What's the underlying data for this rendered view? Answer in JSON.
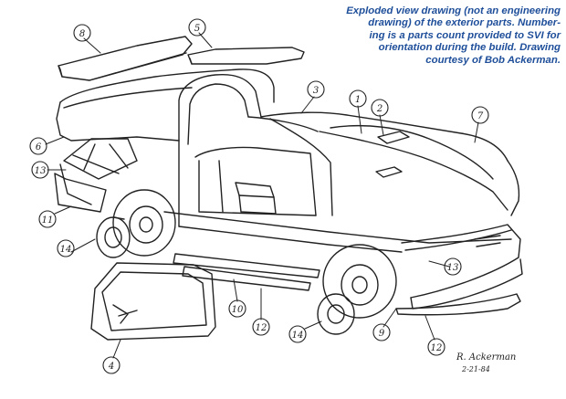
{
  "caption": {
    "lines": [
      "Exploded view drawing (not an engineering",
      "drawing) of the exterior parts.  Number-",
      "ing is a parts count provided to SVI for",
      "orientation during the build.  Drawing",
      "courtesy of Bob Ackerman."
    ]
  },
  "signature": {
    "name": "R. Ackerman",
    "date": "2-21-84"
  },
  "parts": [
    {
      "id": "p1",
      "label": "1"
    },
    {
      "id": "p2",
      "label": "2"
    },
    {
      "id": "p3",
      "label": "3"
    },
    {
      "id": "p4",
      "label": "4"
    },
    {
      "id": "p5",
      "label": "5"
    },
    {
      "id": "p6",
      "label": "6"
    },
    {
      "id": "p7",
      "label": "7"
    },
    {
      "id": "p8",
      "label": "8"
    },
    {
      "id": "p9",
      "label": "9"
    },
    {
      "id": "p10",
      "label": "10"
    },
    {
      "id": "p11",
      "label": "11"
    },
    {
      "id": "p12a",
      "label": "12"
    },
    {
      "id": "p12b",
      "label": "12"
    },
    {
      "id": "p13a",
      "label": "13"
    },
    {
      "id": "p13b",
      "label": "13"
    },
    {
      "id": "p14a",
      "label": "14"
    },
    {
      "id": "p14b",
      "label": "14"
    }
  ],
  "colors": {
    "ink": "#222222",
    "caption": "#1f4f9a"
  }
}
